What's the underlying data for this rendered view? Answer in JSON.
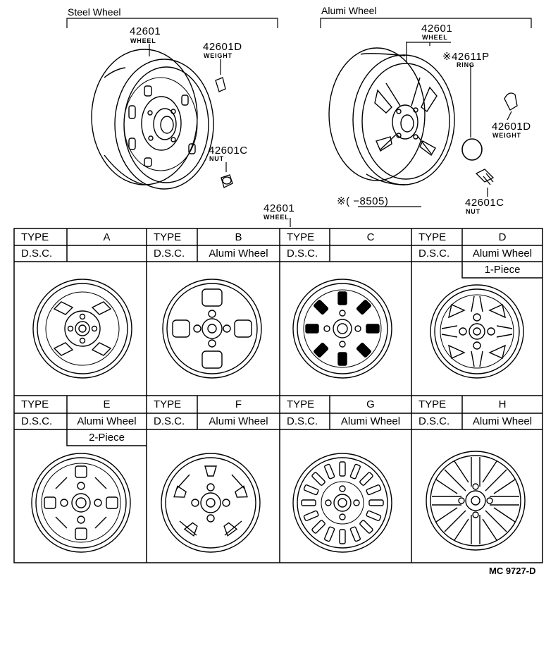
{
  "top": {
    "steel_wheel": {
      "title": "Steel Wheel",
      "wheel_num": "42601",
      "wheel_sub": "WHEEL",
      "weight_num": "42601D",
      "weight_sub": "WEIGHT",
      "nut_num": "42601C",
      "nut_sub": "NUT"
    },
    "alumi_wheel": {
      "title": "Alumi Wheel",
      "wheel_num": "42601",
      "wheel_sub": "WHEEL",
      "ring_num": "※42611P",
      "ring_sub": "RING",
      "weight_num": "42601D",
      "weight_sub": "WEIGHT",
      "nut_num": "42601C",
      "nut_sub": "NUT",
      "note": "※(      −8505)"
    },
    "table_ref_num": "42601",
    "table_ref_sub": "WHEEL"
  },
  "table": {
    "type_label": "TYPE",
    "dsc_label": "D.S.C.",
    "row1": [
      {
        "type": "A",
        "dsc": "",
        "extra": "",
        "style": "steel-slots"
      },
      {
        "type": "B",
        "dsc": "Alumi Wheel",
        "extra": "",
        "style": "four-square"
      },
      {
        "type": "C",
        "dsc": "",
        "extra": "",
        "style": "eight-slot"
      },
      {
        "type": "D",
        "dsc": "Alumi Wheel",
        "extra": "1-Piece",
        "style": "four-spoke"
      }
    ],
    "row2": [
      {
        "type": "E",
        "dsc": "Alumi Wheel",
        "extra": "2-Piece",
        "style": "spoke-windows"
      },
      {
        "type": "F",
        "dsc": "Alumi Wheel",
        "extra": "",
        "style": "five-spoke"
      },
      {
        "type": "G",
        "dsc": "Alumi Wheel",
        "extra": "",
        "style": "multi-slot"
      },
      {
        "type": "H",
        "dsc": "Alumi Wheel",
        "extra": "",
        "style": "mesh"
      }
    ]
  },
  "footer_code": "MC 9727-D"
}
